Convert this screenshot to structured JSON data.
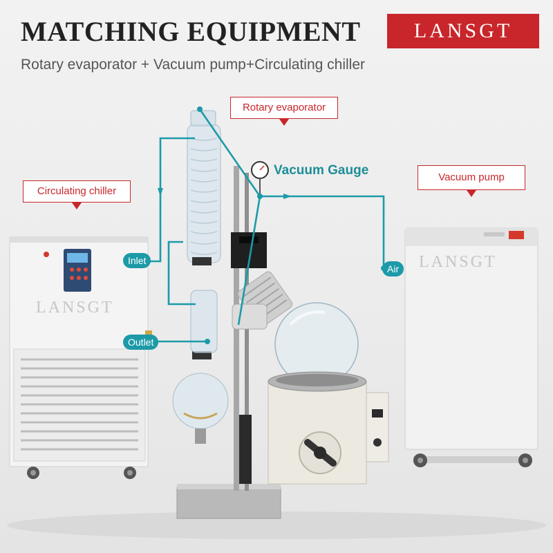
{
  "title": "MATCHING EQUIPMENT",
  "subtitle": "Rotary evaporator + Vacuum pump+Circulating chiller",
  "brand": "LANSGT",
  "callouts": {
    "rotary_evaporator": "Rotary evaporator",
    "circulating_chiller": "Circulating chiller",
    "vacuum_pump": "Vacuum pump"
  },
  "labels": {
    "vacuum_gauge": "Vacuum Gauge",
    "inlet": "Inlet",
    "outlet": "Outlet",
    "air": "Air"
  },
  "watermarks": [
    "LANSGT",
    "LANSGT"
  ],
  "colors": {
    "accent_red": "#c8262b",
    "tube_teal": "#1c9aa8"
  }
}
